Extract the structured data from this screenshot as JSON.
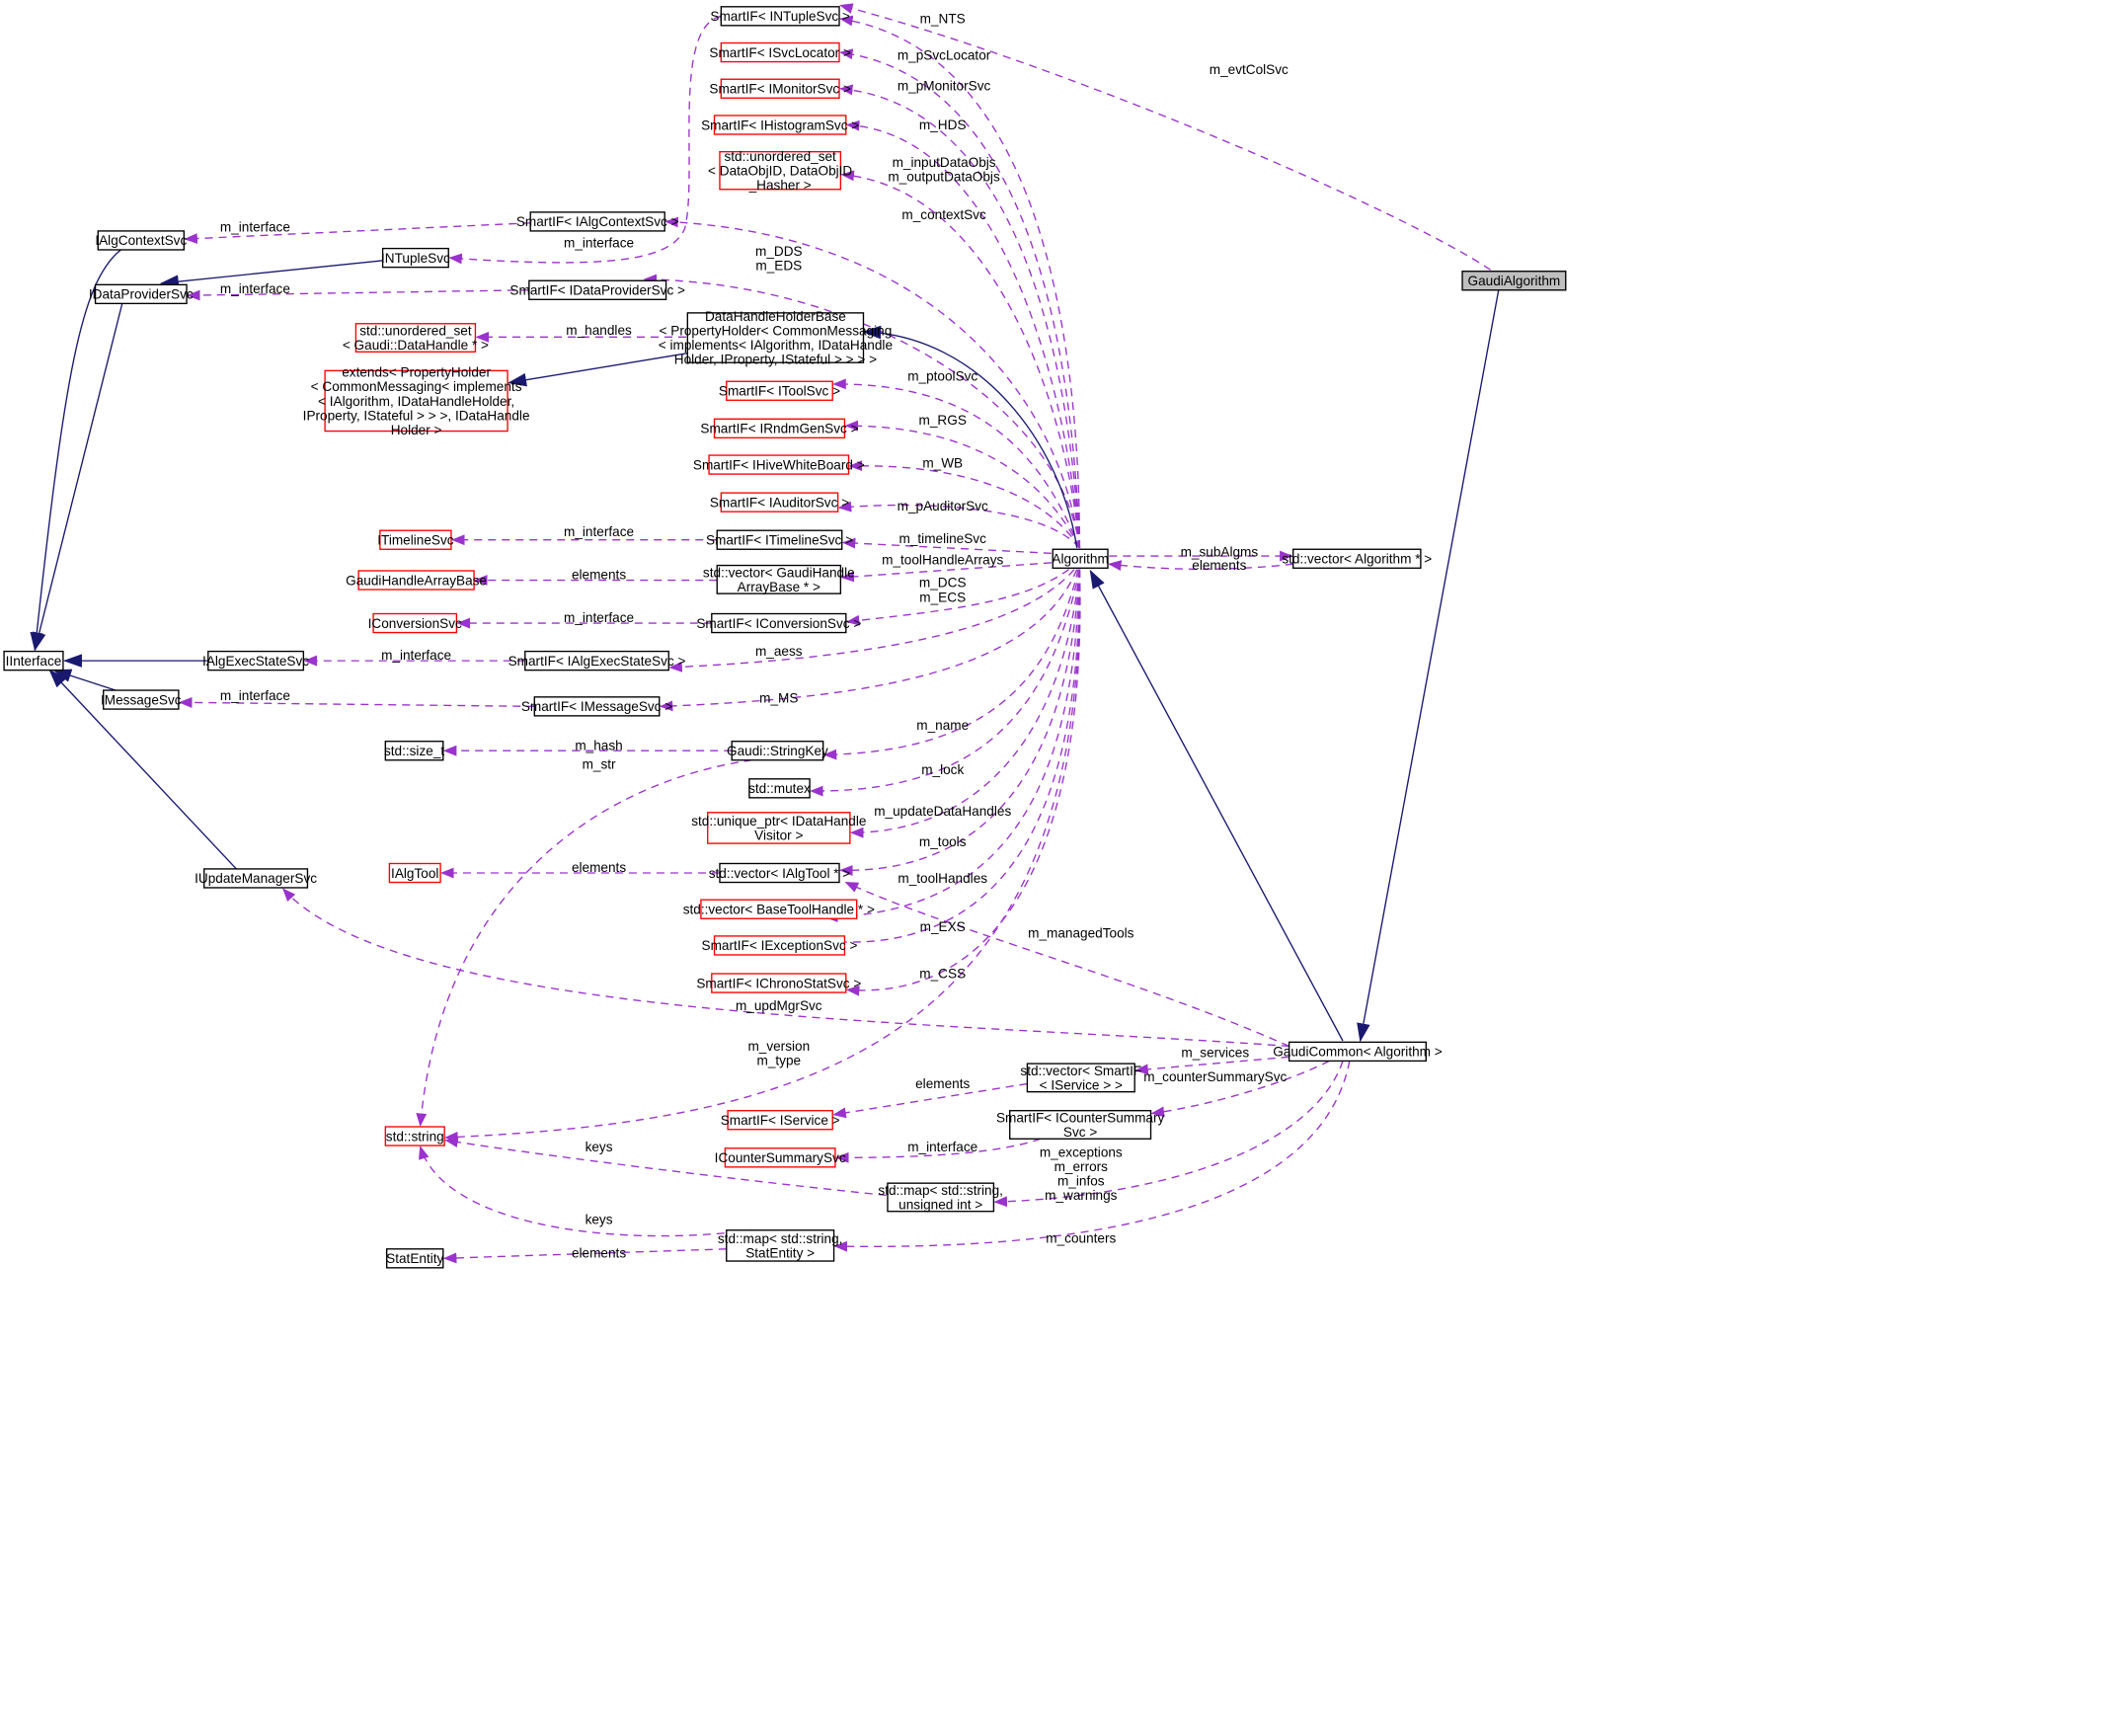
{
  "diagram": {
    "colors": {
      "usage_edge": "#9a32cd",
      "inheritance_edge": "#191970",
      "undocumented_node_border": "#ff0000",
      "documented_node_border": "#000000",
      "focus_node_fill": "#bfbfbf"
    },
    "nodes": {
      "GaudiAlgorithm": [
        "GaudiAlgorithm"
      ],
      "SmartIF_INTupleSvc": [
        "SmartIF< INTupleSvc >"
      ],
      "SmartIF_ISvcLocator": [
        "SmartIF< ISvcLocator >"
      ],
      "SmartIF_IMonitorSvc": [
        "SmartIF< IMonitorSvc >"
      ],
      "SmartIF_IHistogramSvc": [
        "SmartIF< IHistogramSvc >"
      ],
      "unordered_set_DataObjID": [
        "std::unordered_set",
        "< DataObjID, DataObjID",
        "_Hasher >"
      ],
      "SmartIF_IAlgContextSvc": [
        "SmartIF< IAlgContextSvc >"
      ],
      "IAlgContextSvc": [
        "IAlgContextSvc"
      ],
      "INTupleSvc": [
        "INTupleSvc"
      ],
      "IDataProviderSvc": [
        "IDataProviderSvc"
      ],
      "SmartIF_IDataProviderSvc": [
        "SmartIF< IDataProviderSvc >"
      ],
      "DataHandleHolderBase": [
        "DataHandleHolderBase",
        "< PropertyHolder< CommonMessaging",
        "< implements< IAlgorithm, IDataHandle",
        "Holder, IProperty, IStateful > > > >"
      ],
      "unordered_set_DataHandle": [
        "std::unordered_set",
        "< Gaudi::DataHandle * >"
      ],
      "extends_PropertyHolder": [
        "extends< PropertyHolder",
        "< CommonMessaging< implements",
        "< IAlgorithm, IDataHandleHolder,",
        "IProperty, IStateful > > >, IDataHandle",
        "Holder >"
      ],
      "SmartIF_IToolSvc": [
        "SmartIF< IToolSvc >"
      ],
      "SmartIF_IRndmGenSvc": [
        "SmartIF< IRndmGenSvc >"
      ],
      "SmartIF_IHiveWhiteBoard": [
        "SmartIF< IHiveWhiteBoard >"
      ],
      "SmartIF_IAuditorSvc": [
        "SmartIF< IAuditorSvc >"
      ],
      "ITimelineSvc": [
        "ITimelineSvc"
      ],
      "SmartIF_ITimelineSvc": [
        "SmartIF< ITimelineSvc >"
      ],
      "Algorithm": [
        "Algorithm"
      ],
      "vector_Algorithm": [
        "std::vector< Algorithm * >"
      ],
      "GaudiHandleArrayBase": [
        "GaudiHandleArrayBase"
      ],
      "vector_GaudiHandleArrayBase": [
        "std::vector< GaudiHandle",
        "ArrayBase * >"
      ],
      "IConversionSvc": [
        "IConversionSvc"
      ],
      "SmartIF_IConversionSvc": [
        "SmartIF< IConversionSvc >"
      ],
      "IInterface": [
        "IInterface"
      ],
      "IAlgExecStateSvc": [
        "IAlgExecStateSvc"
      ],
      "SmartIF_IAlgExecStateSvc": [
        "SmartIF< IAlgExecStateSvc >"
      ],
      "IMessageSvc": [
        "IMessageSvc"
      ],
      "SmartIF_IMessageSvc": [
        "SmartIF< IMessageSvc >"
      ],
      "size_t": [
        "std::size_t"
      ],
      "StringKey": [
        "Gaudi::StringKey"
      ],
      "mutex": [
        "std::mutex"
      ],
      "unique_ptr_IDataHandleVisitor": [
        "std::unique_ptr< IDataHandle",
        "Visitor >"
      ],
      "IAlgTool": [
        "IAlgTool"
      ],
      "vector_IAlgTool": [
        "std::vector< IAlgTool * >"
      ],
      "IUpdateManagerSvc": [
        "IUpdateManagerSvc"
      ],
      "vector_BaseToolHandle": [
        "std::vector< BaseToolHandle * >"
      ],
      "SmartIF_IExceptionSvc": [
        "SmartIF< IExceptionSvc >"
      ],
      "SmartIF_IChronoStatSvc": [
        "SmartIF< IChronoStatSvc >"
      ],
      "GaudiCommon": [
        "GaudiCommon< Algorithm >"
      ],
      "vector_SmartIF_IService": [
        "std::vector< SmartIF",
        "< IService > >"
      ],
      "SmartIF_IService": [
        "SmartIF< IService >"
      ],
      "string": [
        "std::string"
      ],
      "SmartIF_ICounterSummarySvc": [
        "SmartIF< ICounterSummary",
        "Svc >"
      ],
      "ICounterSummarySvc": [
        "ICounterSummarySvc"
      ],
      "map_string_uint": [
        "std::map< std::string,",
        "unsigned int >"
      ],
      "map_string_StatEntity": [
        "std::map< std::string,",
        "StatEntity >"
      ],
      "StatEntity": [
        "StatEntity"
      ]
    },
    "edge_labels": {
      "m_NTS": "m_NTS",
      "m_evtColSvc": "m_evtColSvc",
      "m_pSvcLocator": "m_pSvcLocator",
      "m_pMonitorSvc": "m_pMonitorSvc",
      "m_HDS": "m_HDS",
      "m_dataObjs": [
        "m_inputDataObjs",
        "m_outputDataObjs"
      ],
      "m_contextSvc": "m_contextSvc",
      "m_interface_ctx": "m_interface",
      "m_interface_nts": "m_interface",
      "m_DDS_EDS": [
        "m_DDS",
        "m_EDS"
      ],
      "m_interface_dp": "m_interface",
      "m_handles": "m_handles",
      "m_ptoolSvc": "m_ptoolSvc",
      "m_RGS": "m_RGS",
      "m_WB": "m_WB",
      "m_pAuditorSvc": "m_pAuditorSvc",
      "m_interface_tl": "m_interface",
      "m_timelineSvc": "m_timelineSvc",
      "m_subAlgms": "m_subAlgms",
      "elements_alg": "elements",
      "m_toolHandleArrays": "m_toolHandleArrays",
      "elements_gha": "elements",
      "m_DCS_ECS": [
        "m_DCS",
        "m_ECS"
      ],
      "m_interface_conv": "m_interface",
      "m_interface_aes": "m_interface",
      "m_aess": "m_aess",
      "m_interface_msg": "m_interface",
      "m_MS": "m_MS",
      "m_hash": "m_hash",
      "m_str": "m_str",
      "m_name": "m_name",
      "m_lock": "m_lock",
      "m_updateDataHandles": "m_updateDataHandles",
      "m_tools": "m_tools",
      "elements_tool": "elements",
      "m_toolHandles": "m_toolHandles",
      "m_EXS": "m_EXS",
      "m_managedTools": "m_managedTools",
      "m_CSS": "m_CSS",
      "m_updMgrSvc": "m_updMgrSvc",
      "m_version_type": [
        "m_version",
        "m_type"
      ],
      "m_services": "m_services",
      "elements_svc": "elements",
      "m_counterSummarySvc": "m_counterSummarySvc",
      "m_interface_cs": "m_interface",
      "keys_uint": "keys",
      "m_exc_group": [
        "m_exceptions",
        "m_errors",
        "m_infos",
        "m_warnings"
      ],
      "keys_stat": "keys",
      "elements_stat": "elements",
      "m_counters": "m_counters"
    }
  }
}
